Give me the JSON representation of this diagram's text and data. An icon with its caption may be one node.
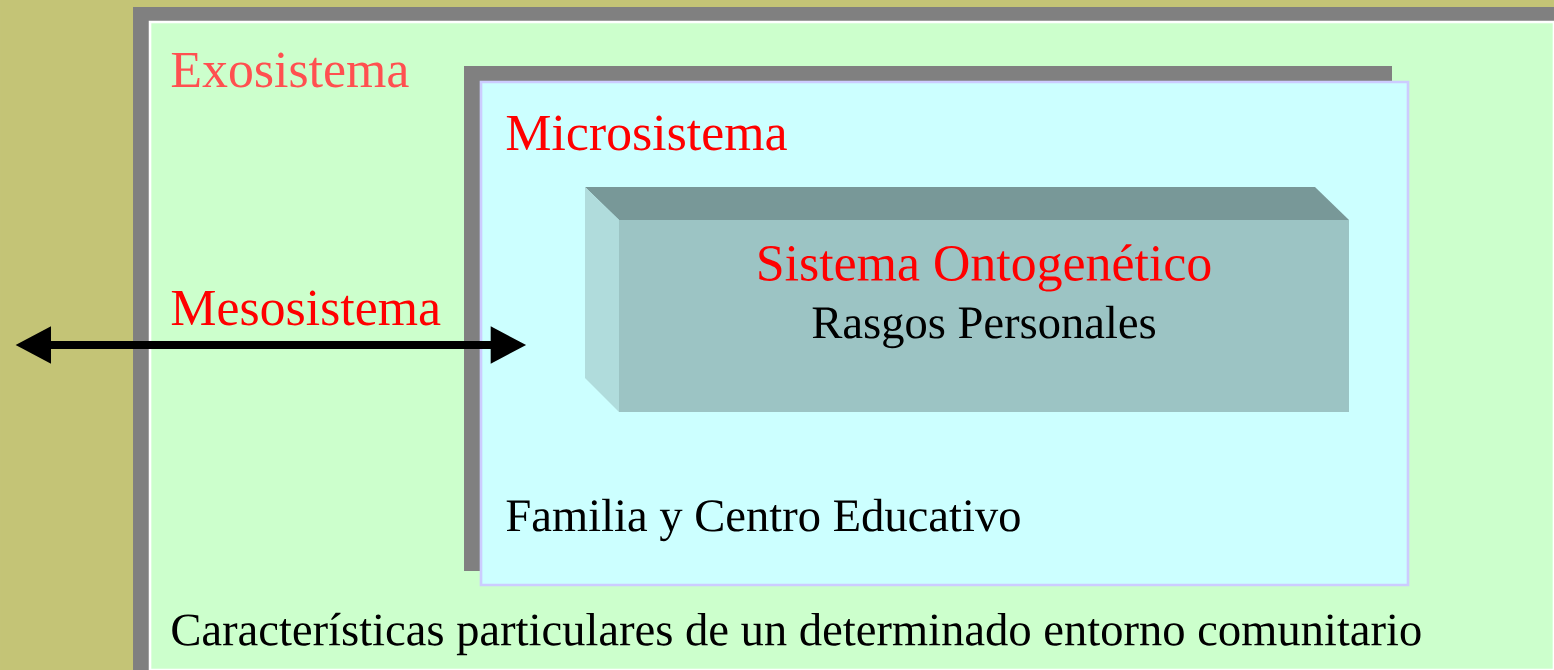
{
  "diagram": {
    "nodes": [
      {
        "text": [
          "Exosistema",
          "Características particulares de un determinado entorno comunitario"
        ]
      },
      {
        "text": [
          "Microsistema",
          "Familia y Centro Educativo"
        ],
        "in": 0
      },
      {
        "text": [
          "Sistema Ontogenético",
          "Rasgos Personales"
        ],
        "in": 1
      }
    ],
    "edges": [
      {
        "from": null,
        "to": 1,
        "arrow": "both",
        "label": "Mesosistema"
      }
    ]
  }
}
